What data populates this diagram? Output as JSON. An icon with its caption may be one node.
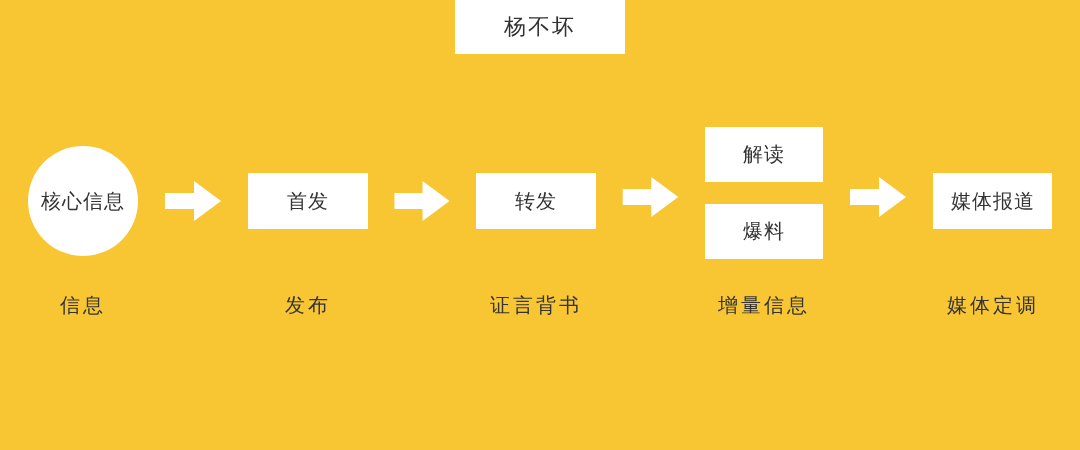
{
  "diagram": {
    "title": "杨不坏",
    "nodes": [
      {
        "text": [
          "核心信息"
        ],
        "beside": [
          "信息"
        ]
      },
      {
        "text": [
          "首发"
        ],
        "beside": [
          "发布"
        ]
      },
      {
        "text": [
          "转发"
        ],
        "beside": [
          "证言背书"
        ]
      },
      {
        "text": [
          "解读"
        ]
      },
      {
        "text": [
          "爆料"
        ]
      },
      {
        "text": [
          "媒体报道"
        ],
        "beside": [
          "媒体定调"
        ]
      }
    ],
    "edges": [
      {
        "from": 0,
        "to": 1,
        "arrow": "to"
      },
      {
        "from": 1,
        "to": 2,
        "arrow": "to"
      },
      {
        "from": 2,
        "to": 3,
        "arrow": "to"
      },
      {
        "from": 2,
        "to": 4,
        "arrow": "to"
      },
      {
        "from": 3,
        "to": 5,
        "arrow": "to"
      },
      {
        "from": 4,
        "to": 5,
        "arrow": "to"
      }
    ],
    "labels": [
      "增量信息"
    ]
  }
}
